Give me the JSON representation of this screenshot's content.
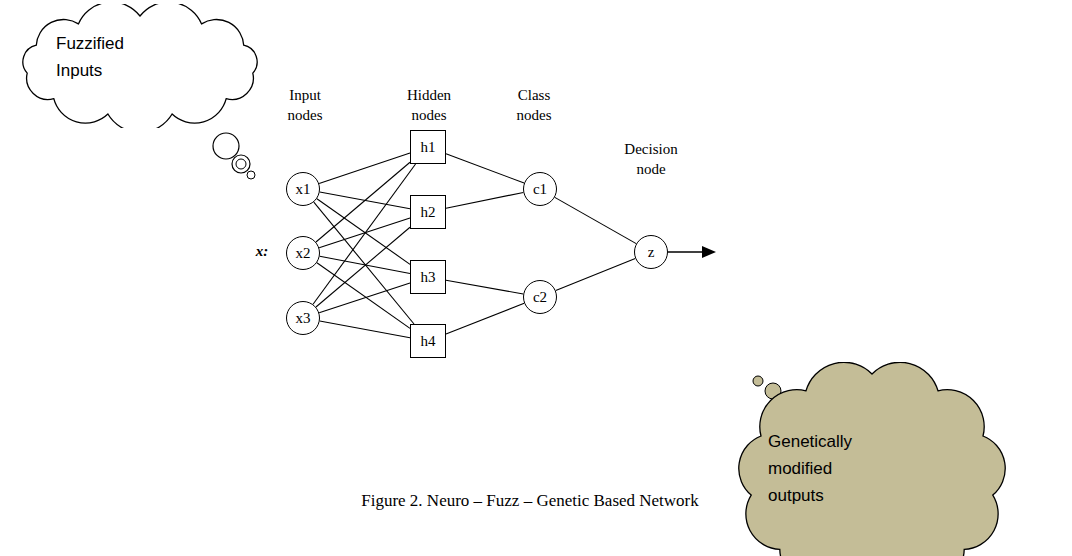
{
  "diagram": {
    "caption": "Figure 2. Neuro – Fuzz – Genetic Based Network",
    "nodes": [
      {
        "text": [
          "Fuzzified Inputs"
        ]
      },
      {
        "text": [
          "x1"
        ]
      },
      {
        "text": [
          "x2"
        ]
      },
      {
        "text": [
          "x3"
        ]
      },
      {
        "text": [
          "h1"
        ]
      },
      {
        "text": [
          "h2"
        ]
      },
      {
        "text": [
          "h3"
        ]
      },
      {
        "text": [
          "h4"
        ]
      },
      {
        "text": [
          "c1"
        ]
      },
      {
        "text": [
          "c2"
        ]
      },
      {
        "text": [
          "z"
        ]
      },
      {
        "text": [
          "Genetically modified outputs"
        ]
      }
    ],
    "edges": [
      {
        "from": 1,
        "to": 4,
        "arrow": "none"
      },
      {
        "from": 1,
        "to": 5,
        "arrow": "none"
      },
      {
        "from": 1,
        "to": 6,
        "arrow": "none"
      },
      {
        "from": 1,
        "to": 7,
        "arrow": "none"
      },
      {
        "from": 2,
        "to": 4,
        "arrow": "none"
      },
      {
        "from": 2,
        "to": 5,
        "arrow": "none"
      },
      {
        "from": 2,
        "to": 6,
        "arrow": "none"
      },
      {
        "from": 2,
        "to": 7,
        "arrow": "none"
      },
      {
        "from": 3,
        "to": 4,
        "arrow": "none"
      },
      {
        "from": 3,
        "to": 5,
        "arrow": "none"
      },
      {
        "from": 3,
        "to": 6,
        "arrow": "none"
      },
      {
        "from": 3,
        "to": 7,
        "arrow": "none"
      },
      {
        "from": 4,
        "to": 8,
        "arrow": "none"
      },
      {
        "from": 5,
        "to": 8,
        "arrow": "none"
      },
      {
        "from": 6,
        "to": 9,
        "arrow": "none"
      },
      {
        "from": 7,
        "to": 9,
        "arrow": "none"
      },
      {
        "from": 8,
        "to": 10,
        "arrow": "none"
      },
      {
        "from": 9,
        "to": 10,
        "arrow": "none"
      }
    ],
    "labels": [
      "Input nodes",
      "Hidden nodes",
      "Class nodes",
      "Decision node",
      "x:"
    ]
  }
}
